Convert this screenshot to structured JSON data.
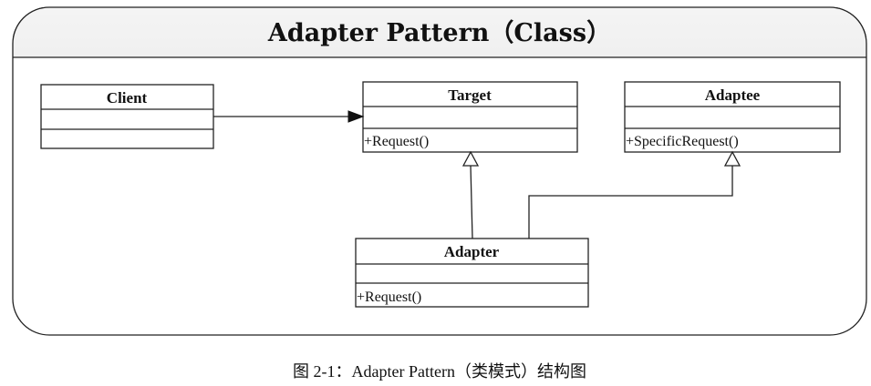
{
  "diagram": {
    "title": "Adapter Pattern（Class）",
    "caption": "图 2-1：Adapter Pattern（类模式）结构图",
    "classes": [
      {
        "id": "client",
        "name": "Client",
        "operation": ""
      },
      {
        "id": "target",
        "name": "Target",
        "operation": "+Request()"
      },
      {
        "id": "adaptee",
        "name": "Adaptee",
        "operation": "+SpecificRequest()"
      },
      {
        "id": "adapter",
        "name": "Adapter",
        "operation": "+Request()"
      }
    ],
    "relations": [
      {
        "from": "client",
        "to": "target",
        "kind": "association"
      },
      {
        "from": "adapter",
        "to": "target",
        "kind": "generalization"
      },
      {
        "from": "adapter",
        "to": "adaptee",
        "kind": "generalization"
      }
    ]
  }
}
